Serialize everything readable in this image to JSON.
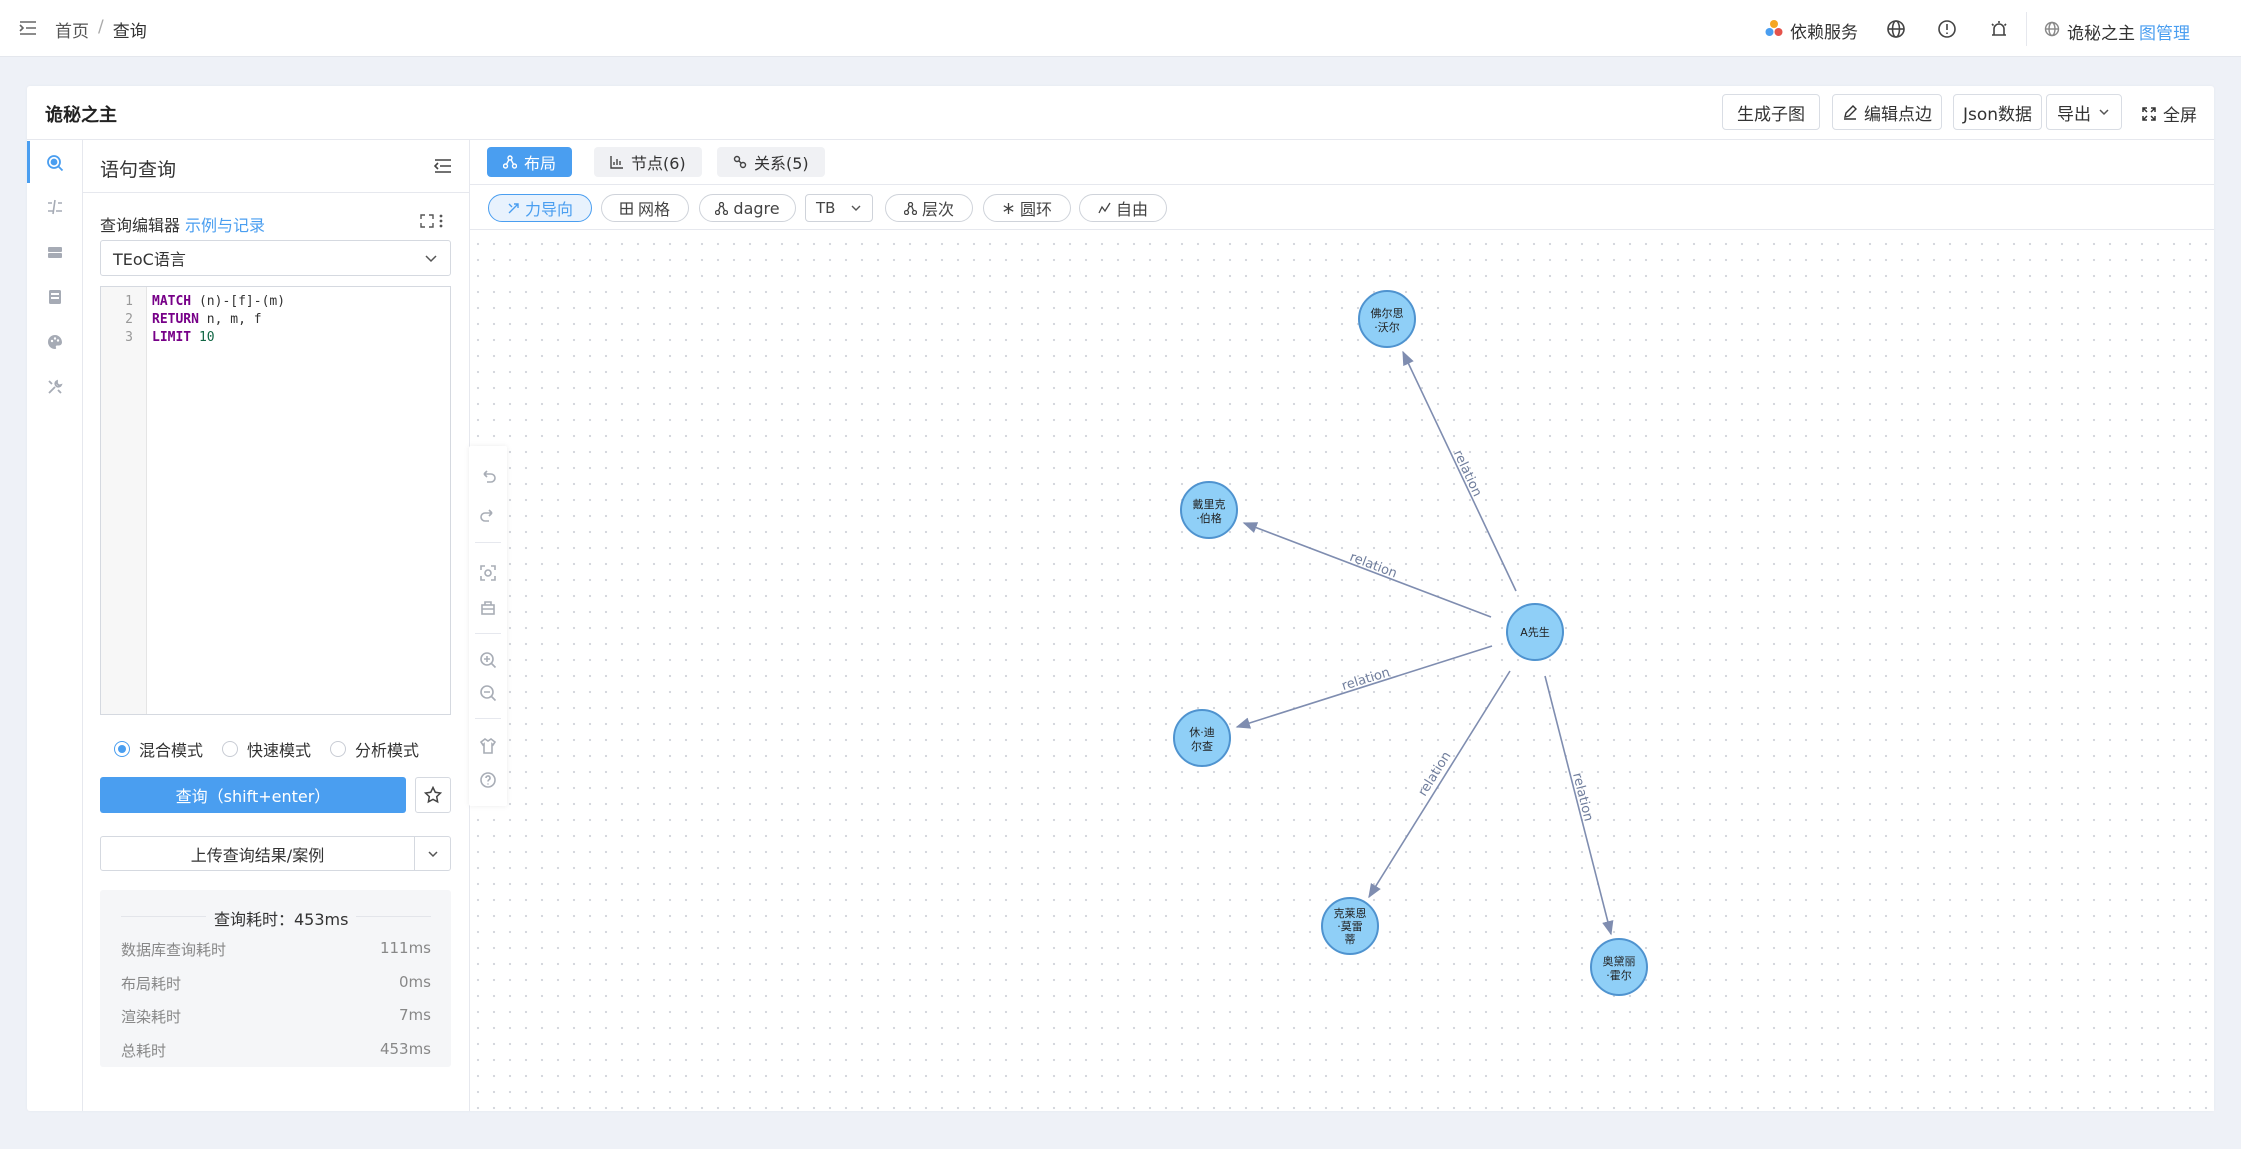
{
  "topbar": {
    "breadcrumb_home": "首页",
    "breadcrumb_sep": "/",
    "breadcrumb_current": "查询",
    "dependency_label": "依赖服务",
    "graph_name": "诡秘之主",
    "graph_manage_link": "图管理"
  },
  "card": {
    "title": "诡秘之主",
    "buttons": {
      "subgraph": "生成子图",
      "edit": "编辑点边",
      "json": "Json数据",
      "export": "导出",
      "fullscreen": "全屏"
    }
  },
  "query_panel": {
    "title": "语句查询",
    "editor_label": "查询编辑器",
    "examples_link": "示例与记录",
    "language_select": "TEoC语言",
    "code_lines": {
      "l1": {
        "no": "1",
        "kw": "MATCH",
        "rest": " (n)-[f]-(m)"
      },
      "l2": {
        "no": "2",
        "kw": "RETURN",
        "rest": " n, m, f"
      },
      "l3": {
        "no": "3",
        "kw": "LIMIT",
        "num": " 10"
      }
    },
    "modes": {
      "mixed": "混合模式",
      "fast": "快速模式",
      "analysis": "分析模式"
    },
    "selected_mode": "混合模式",
    "query_button": "查询（shift+enter）",
    "upload_button": "上传查询结果/案例",
    "stats": {
      "title": "查询耗时：453ms",
      "rows": [
        {
          "label": "数据库查询耗时",
          "value": "111ms"
        },
        {
          "label": "布局耗时",
          "value": "0ms"
        },
        {
          "label": "渲染耗时",
          "value": "7ms"
        },
        {
          "label": "总耗时",
          "value": "453ms"
        }
      ]
    }
  },
  "graph_tabs": {
    "layout": "布局",
    "nodes": "节点(6)",
    "relations": "关系(5)"
  },
  "layouts": {
    "force": "力导向",
    "grid": "网格",
    "dagre": "dagre",
    "direction": "TB",
    "hierarchy": "层次",
    "circle": "圆环",
    "free": "自由"
  },
  "graph": {
    "center": {
      "label": "A先生"
    },
    "nodes": [
      {
        "line1": "佛尔思",
        "line2": "·沃尔"
      },
      {
        "line1": "戴里克",
        "line2": "·伯格"
      },
      {
        "line1": "休·迪",
        "line2": "尔查"
      },
      {
        "line1": "克莱恩",
        "line2": "·莫雷",
        "line3": "蒂"
      },
      {
        "line1": "奥黛丽",
        "line2": "·霍尔"
      }
    ],
    "edge_label": "relation"
  },
  "colors": {
    "accent": "#4a9ef0",
    "node_fill": "#8fcff7",
    "node_stroke": "#4f93cf",
    "edge": "#7f8db0"
  }
}
